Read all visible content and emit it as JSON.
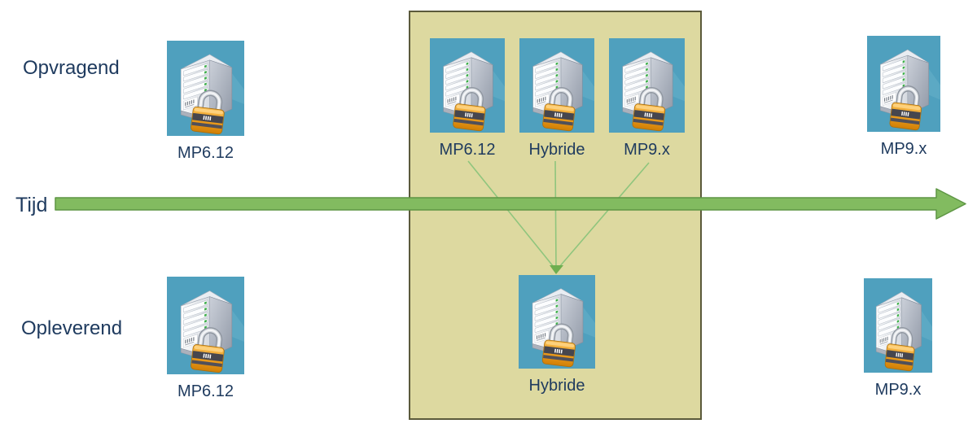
{
  "diagram_type": "migration-timeline",
  "row_labels": {
    "top": "Opvragend",
    "timeline": "Tijd",
    "bottom": "Opleverend"
  },
  "nodes": [
    {
      "id": "opvragend-mp612",
      "row": "Opvragend",
      "label": "MP6.12"
    },
    {
      "id": "transition-mp612",
      "row": "Opvragend",
      "label": "MP6.12"
    },
    {
      "id": "transition-hybride",
      "row": "Opvragend",
      "label": "Hybride"
    },
    {
      "id": "transition-mp9x",
      "row": "Opvragend",
      "label": "MP9.x"
    },
    {
      "id": "opvragend-mp9x",
      "row": "Opvragend",
      "label": "MP9.x"
    },
    {
      "id": "opleverend-mp612",
      "row": "Opleverend",
      "label": "MP6.12"
    },
    {
      "id": "opleverend-hybride",
      "row": "Opleverend",
      "label": "Hybride"
    },
    {
      "id": "opleverend-mp9x",
      "row": "Opleverend",
      "label": "MP9.x"
    }
  ],
  "icon": {
    "name": "server-lock-icon"
  },
  "colors": {
    "navy-text": "#1E3A5E",
    "box-fill": "#DDD9A0",
    "box-border": "#5B5A3B",
    "arrow-fill": "#82BB60",
    "arrow-border": "#5E9644",
    "line-green": "#8FC57D",
    "line-arrowhead": "#6FAE50",
    "icon-bg": "#4FA0BE"
  }
}
